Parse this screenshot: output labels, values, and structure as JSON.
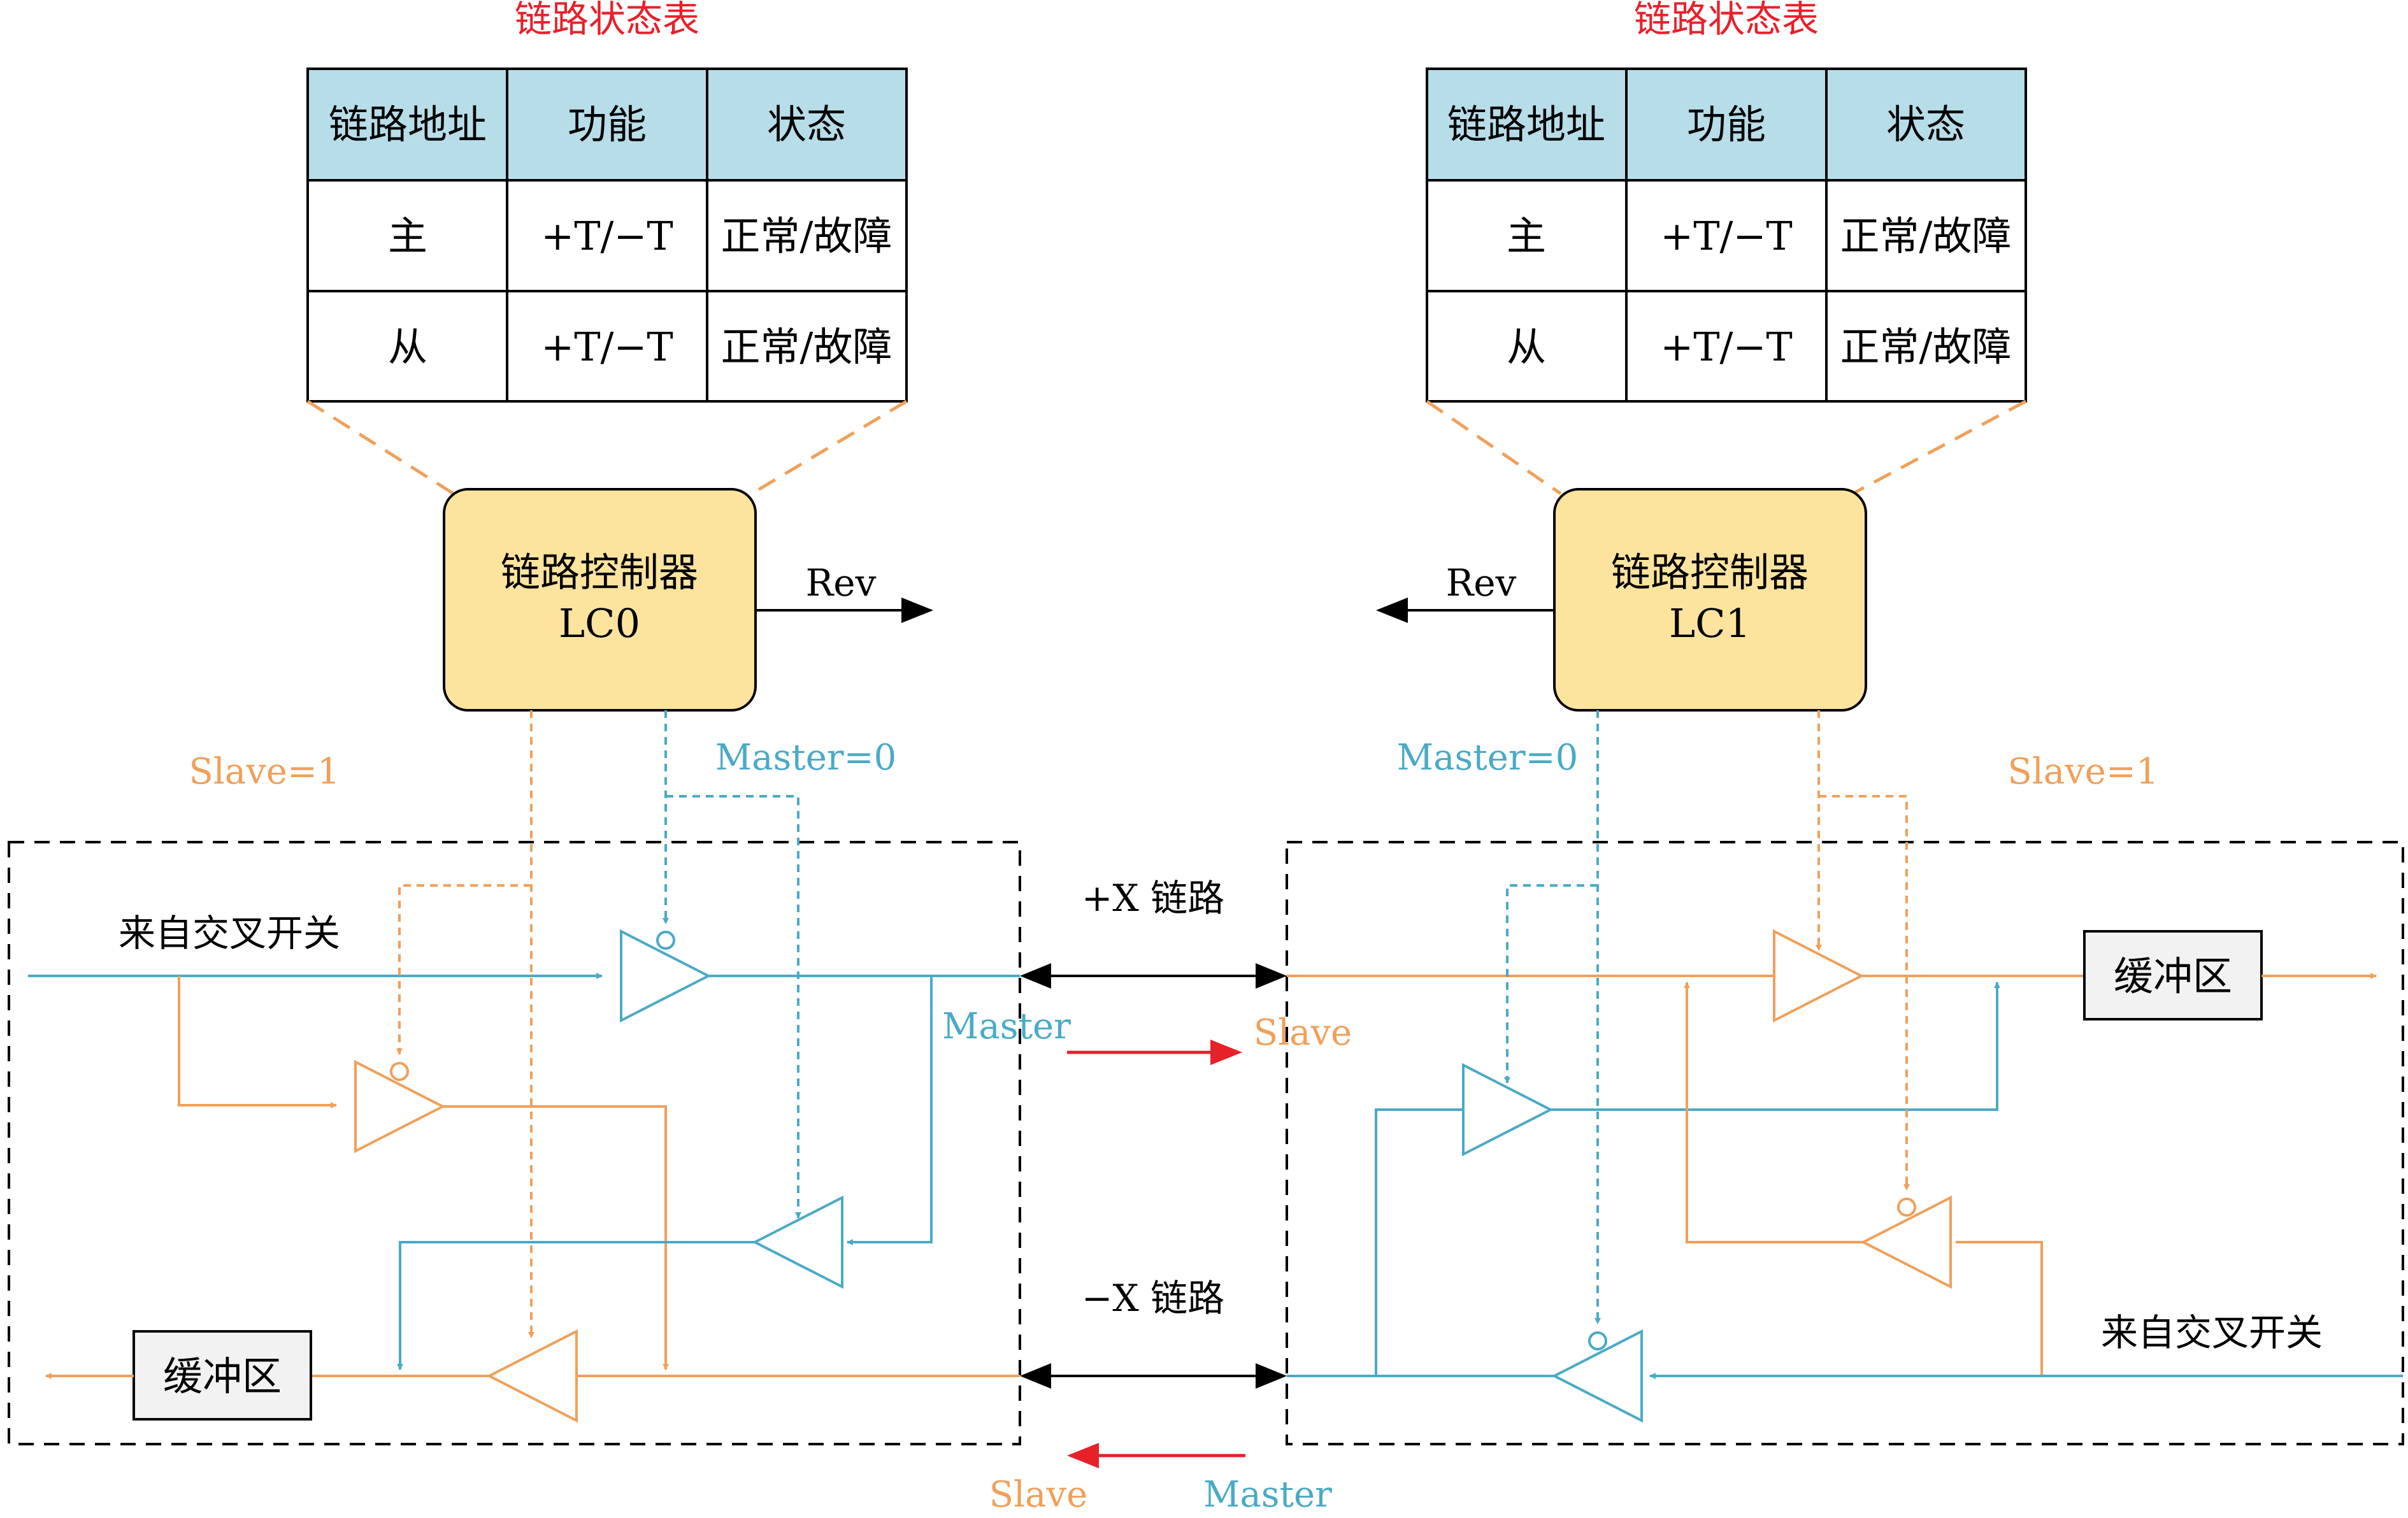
{
  "colors": {
    "blue": "#4aaac6",
    "orange": "#f0a05a",
    "red": "#e8202a",
    "table_header": "#b7dde8",
    "controller_fill": "#fde49e",
    "buffer_fill": "#f2f2f2"
  },
  "left": {
    "table_title": "链路状态表",
    "table_headers": [
      "链路地址",
      "功能",
      "状态"
    ],
    "table_rows": [
      [
        "主",
        "+T/−T",
        "正常/故障"
      ],
      [
        "从",
        "+T/−T",
        "正常/故障"
      ]
    ],
    "controller_line1": "链路控制器",
    "controller_line2": "LC0",
    "rev_label": "Rev",
    "slave_label": "Slave=1",
    "master_label": "Master=0",
    "input_label": "来自交叉开关",
    "buffer_label": "缓冲区"
  },
  "right": {
    "table_title": "链路状态表",
    "table_headers": [
      "链路地址",
      "功能",
      "状态"
    ],
    "table_rows": [
      [
        "主",
        "+T/−T",
        "正常/故障"
      ],
      [
        "从",
        "+T/−T",
        "正常/故障"
      ]
    ],
    "controller_line1": "链路控制器",
    "controller_line2": "LC1",
    "rev_label": "Rev",
    "slave_label": "Slave=1",
    "master_label": "Master=0",
    "input_label": "来自交叉开关",
    "buffer_label": "缓冲区"
  },
  "middle": {
    "plus_link": "+X 链路",
    "minus_link": "−X 链路",
    "top_master": "Master",
    "top_slave": "Slave",
    "bottom_slave": "Slave",
    "bottom_master": "Master"
  },
  "icons": [
    "tristate-buffer-icon",
    "arrow-icon",
    "bidirectional-arrow-icon"
  ]
}
